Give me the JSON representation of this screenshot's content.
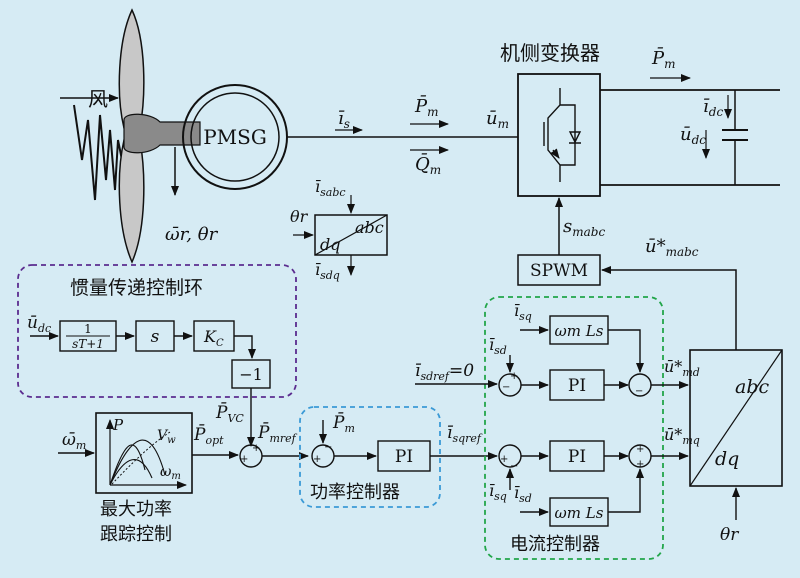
{
  "wind": {
    "label": "风"
  },
  "generator": {
    "label": "PMSG",
    "output_label": "ω̄r, θr"
  },
  "signals": {
    "is": "ī",
    "is_sub": "s",
    "Pm_top": "P̄",
    "Pm_top_sub": "m",
    "Qm": "Q̄",
    "Qm_sub": "m",
    "um": "ū",
    "um_sub": "m",
    "Pm_right": "P̄",
    "Pm_right_sub": "m",
    "idc": "ī",
    "idc_sub": "dc",
    "udc": "ū",
    "udc_sub": "dc",
    "smabc": "s",
    "smabc_sub": "mabc",
    "umabc": "ū*",
    "umabc_sub": "mabc",
    "isabc": "ī",
    "isabc_sub": "sabc",
    "theta_r": "θr",
    "isdq": "ī",
    "isdq_sub": "sdq",
    "udc_in": "ū",
    "udc_in_sub": "dc",
    "omega_m": "ω̄",
    "omega_m_sub": "m",
    "Popt": "P̄",
    "Popt_sub": "opt",
    "PVC": "P̄",
    "PVC_sub": "VC",
    "Pmref": "P̄",
    "Pmref_sub": "mref",
    "Pm_pi": "P̄",
    "Pm_pi_sub": "m",
    "isqref": "ī",
    "isqref_sub": "sqref",
    "isdref": "ī",
    "isdref_sub": "sdref",
    "isdref_eq": "=0",
    "isq_top": "ī",
    "isq_top_sub": "sq",
    "isd_top": "ī",
    "isd_top_sub": "sd",
    "isq_bot": "ī",
    "isq_bot_sub": "sq",
    "isd_bot": "ī",
    "isd_bot_sub": "sd",
    "umd": "ū*",
    "umd_sub": "md",
    "umq": "ū*",
    "umq_sub": "mq",
    "theta_r_bot": "θr"
  },
  "blocks": {
    "converter_title": "机侧变换器",
    "spwm": "SPWM",
    "dq_abc_top": "abc",
    "dq_abc_bottom": "dq",
    "inertia_title": "惯量传递控制环",
    "lowpass_num": "1",
    "lowpass_den": "sT+1",
    "deriv": "s",
    "gain": "K",
    "gain_sub": "C",
    "neg1": "−1",
    "mppt_P": "P",
    "mppt_Vw": "V",
    "mppt_Vw_sub": "w",
    "mppt_omega": "ω",
    "mppt_omega_sub": "m",
    "mppt_caption_1": "最大功率",
    "mppt_caption_2": "跟踪控制",
    "power_pi": "PI",
    "power_title": "功率控制器",
    "current_pi_d": "PI",
    "current_pi_q": "PI",
    "current_title": "电流控制器",
    "coupling_top": "ωm Ls",
    "coupling_bot": "ωm Ls",
    "abc_dq_top": "abc",
    "abc_dq_bottom": "dq"
  },
  "colors": {
    "background": "#d6ebf4",
    "inertia_border": "#5b2c8f",
    "power_border": "#3b9ad6",
    "current_border": "#22a64a",
    "blade": "#c8c8c8",
    "hub": "#8a8a8a"
  }
}
